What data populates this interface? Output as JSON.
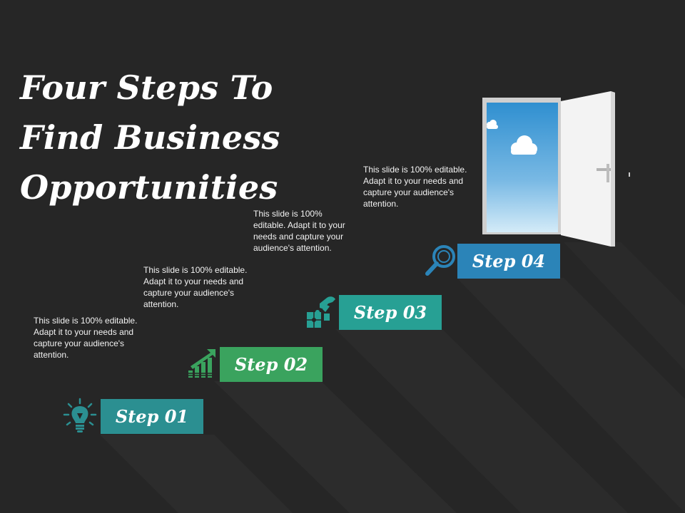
{
  "slide": {
    "title_lines": [
      "Four Steps To",
      "Find Business",
      "Opportunities"
    ],
    "background_color": "#262626"
  },
  "steps": [
    {
      "label": "Step 01",
      "text": "This slide is 100% editable. Adapt it to your needs and capture your audience's attention.",
      "color": "#2b8f91",
      "icon": "lightbulb-icon"
    },
    {
      "label": "Step 02",
      "text": "This slide is 100% editable. Adapt it to your needs and capture your audience's attention.",
      "color": "#3aa35e",
      "icon": "growth-chart-icon"
    },
    {
      "label": "Step 03",
      "text": "This slide is 100% editable. Adapt it to your needs and capture your audience's attention.",
      "color": "#27a094",
      "icon": "puzzle-hand-icon"
    },
    {
      "label": "Step 04",
      "text": "This slide is 100% editable. Adapt it to your needs and capture your audience's attention.",
      "color": "#2b84b8",
      "icon": "magnifier-icon"
    }
  ],
  "door": {
    "icon": "open-door-icon",
    "sky_color": "#3e9ad3"
  }
}
